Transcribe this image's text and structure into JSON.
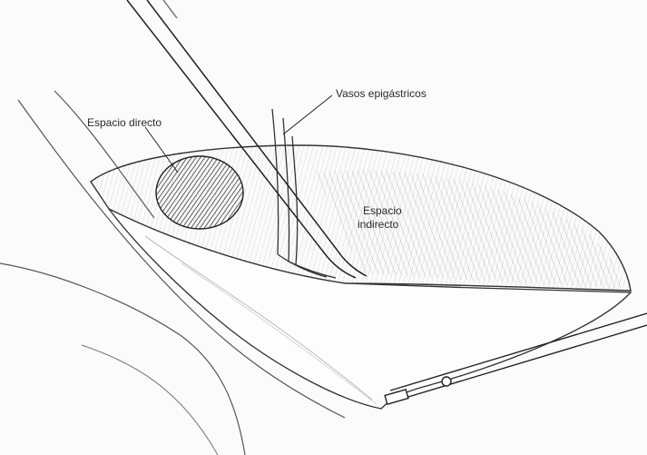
{
  "labels": {
    "vasos": "Vasos epigástricos",
    "espacio_directo": "Espacio directo",
    "espacio_indirecto_line1": "Espacio",
    "espacio_indirecto_line2": "indirecto"
  },
  "colors": {
    "ink": "#2a2a2a",
    "paper": "#fbfbfa",
    "shade": "#9a9a9a"
  }
}
